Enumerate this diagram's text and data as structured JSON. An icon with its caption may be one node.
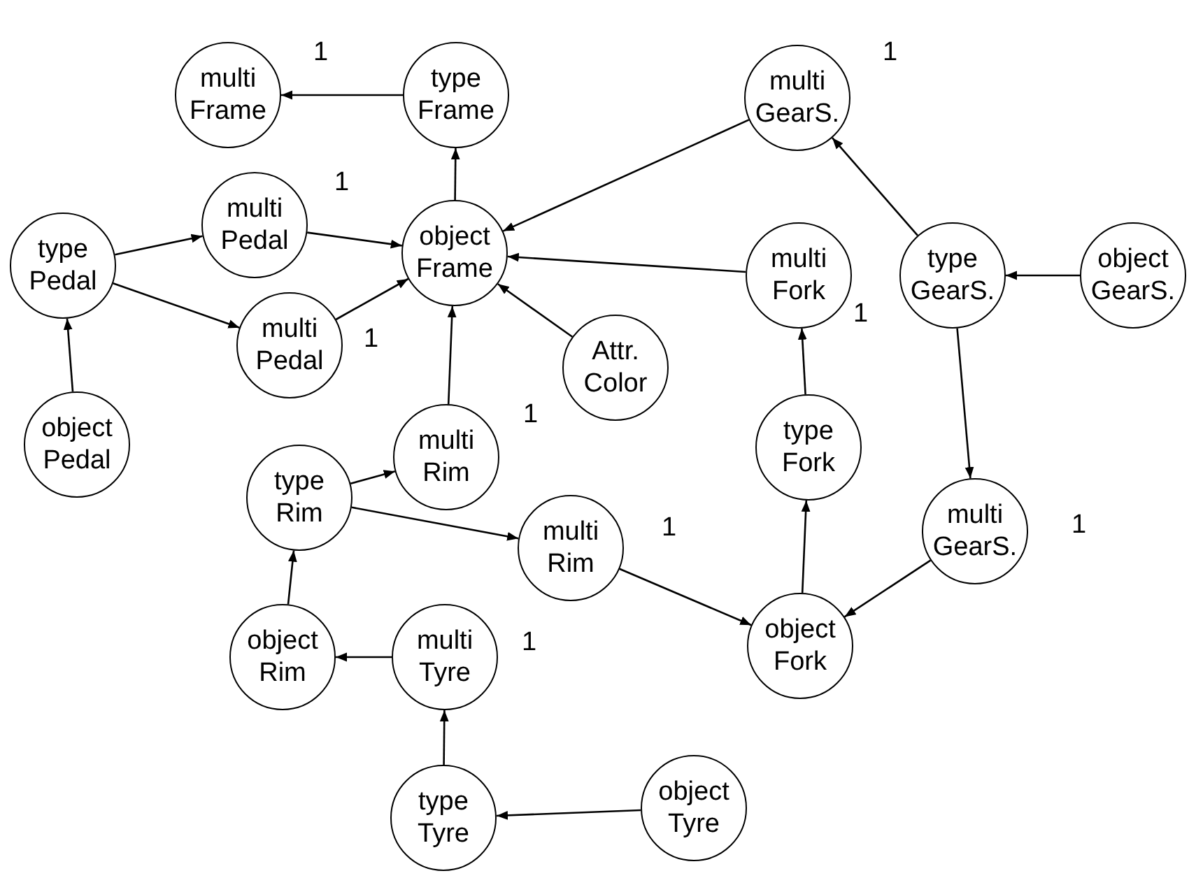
{
  "diagram": {
    "nodes": [
      {
        "text": [
          "multi Frame"
        ],
        "beside": [
          "1"
        ]
      },
      {
        "text": [
          "type Frame"
        ]
      },
      {
        "text": [
          "multi GearS."
        ],
        "beside": [
          "1"
        ]
      },
      {
        "text": [
          "multi Pedal"
        ],
        "beside": [
          "1"
        ]
      },
      {
        "text": [
          "object Frame"
        ]
      },
      {
        "text": [
          "type Pedal"
        ]
      },
      {
        "text": [
          "multi Fork"
        ],
        "beside": [
          "1"
        ]
      },
      {
        "text": [
          "type GearS."
        ]
      },
      {
        "text": [
          "object GearS."
        ]
      },
      {
        "text": [
          "multi Pedal"
        ],
        "beside": [
          "1"
        ]
      },
      {
        "text": [
          "Attr. Color"
        ]
      },
      {
        "text": [
          "object Pedal"
        ]
      },
      {
        "text": [
          "multi Rim"
        ],
        "beside": [
          "1"
        ]
      },
      {
        "text": [
          "type Rim"
        ]
      },
      {
        "text": [
          "type Fork"
        ]
      },
      {
        "text": [
          "multi Rim"
        ],
        "beside": [
          "1"
        ]
      },
      {
        "text": [
          "multi GearS."
        ],
        "beside": [
          "1"
        ]
      },
      {
        "text": [
          "object Rim"
        ]
      },
      {
        "text": [
          "multi Tyre"
        ],
        "beside": [
          "1"
        ]
      },
      {
        "text": [
          "object Fork"
        ]
      },
      {
        "text": [
          "type Tyre"
        ]
      },
      {
        "text": [
          "object Tyre"
        ]
      }
    ],
    "edges": [
      {
        "from": 1,
        "to": 0,
        "arrow": "to"
      },
      {
        "from": 4,
        "to": 1,
        "arrow": "to"
      },
      {
        "from": 2,
        "to": 4,
        "arrow": "to"
      },
      {
        "from": 7,
        "to": 2,
        "arrow": "to"
      },
      {
        "from": 8,
        "to": 7,
        "arrow": "to"
      },
      {
        "from": 7,
        "to": 16,
        "arrow": "to"
      },
      {
        "from": 16,
        "to": 19,
        "arrow": "to"
      },
      {
        "from": 6,
        "to": 4,
        "arrow": "to"
      },
      {
        "from": 14,
        "to": 6,
        "arrow": "to"
      },
      {
        "from": 19,
        "to": 14,
        "arrow": "to"
      },
      {
        "from": 10,
        "to": 4,
        "arrow": "to"
      },
      {
        "from": 3,
        "to": 4,
        "arrow": "to"
      },
      {
        "from": 9,
        "to": 4,
        "arrow": "to"
      },
      {
        "from": 5,
        "to": 3,
        "arrow": "to"
      },
      {
        "from": 5,
        "to": 9,
        "arrow": "to"
      },
      {
        "from": 11,
        "to": 5,
        "arrow": "to"
      },
      {
        "from": 12,
        "to": 4,
        "arrow": "to"
      },
      {
        "from": 13,
        "to": 12,
        "arrow": "to"
      },
      {
        "from": 13,
        "to": 15,
        "arrow": "to"
      },
      {
        "from": 15,
        "to": 19,
        "arrow": "to"
      },
      {
        "from": 17,
        "to": 13,
        "arrow": "to"
      },
      {
        "from": 18,
        "to": 17,
        "arrow": "to"
      },
      {
        "from": 20,
        "to": 18,
        "arrow": "to"
      },
      {
        "from": 21,
        "to": 20,
        "arrow": "to"
      }
    ]
  }
}
